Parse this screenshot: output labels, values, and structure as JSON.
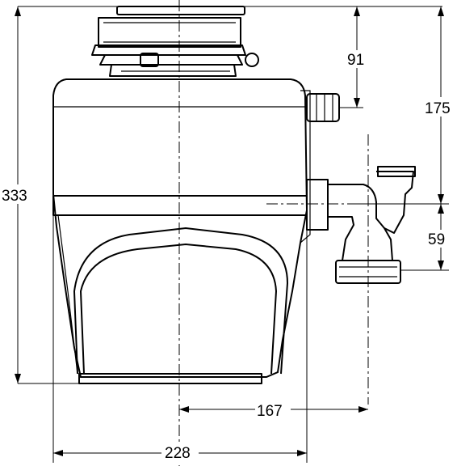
{
  "dimensions": {
    "overall_height": "333",
    "outlet_to_top": "175",
    "inlet_drop": "91",
    "outlet_drop": "59",
    "centre_to_outlet": "167",
    "overall_width": "228"
  },
  "colors": {
    "line": "#000000",
    "background": "#ffffff"
  }
}
